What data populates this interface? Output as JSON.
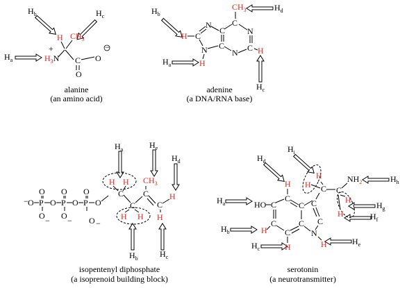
{
  "colors": {
    "highlight": "#e8251f",
    "text": "#000000"
  },
  "alanine": {
    "name": "alanine",
    "desc": "(an amino acid)",
    "labels": {
      "Hb": "H",
      "Hb_sub": "b",
      "Hc": "H",
      "Hc_sub": "c",
      "Ha": "H",
      "Ha_sub": "a"
    },
    "atoms": {
      "H": "H",
      "CH3": "CH",
      "CH3_sub": "3",
      "H3N": "H",
      "H3N_sub": "3",
      "N": "N",
      "plus": "+",
      "C": "C",
      "O1": "O",
      "O2": "O",
      "minus": "−"
    }
  },
  "adenine": {
    "name": "adenine",
    "desc": "(a DNA/RNA base)",
    "labels": {
      "Hb": "H",
      "Hb_sub": "b",
      "Hd": "H",
      "Hd_sub": "d",
      "Ha": "H",
      "Ha_sub": "a",
      "Hc": "H",
      "Hc_sub": "c"
    },
    "atoms": {
      "H_left": "H",
      "C2": "C",
      "N1": "N",
      "N3": "N",
      "N_bot": "N",
      "H_bot": "H",
      "C4": "C",
      "C5": "C",
      "CH3": "CH",
      "CH3_sub": "3",
      "N_right": "N",
      "C_right": "C",
      "H_right": "H",
      "N_low": "N"
    }
  },
  "ipp": {
    "name": "isopentenyl diphosphate",
    "desc": "(a isoprenoid building block)",
    "labels": {
      "Ha": "H",
      "Ha_sub": "a",
      "He": "H",
      "He_sub": "e",
      "Hd": "H",
      "Hd_sub": "d",
      "Hb": "H",
      "Hb_sub": "b",
      "Hc": "H",
      "Hc_sub": "c"
    },
    "atoms": {
      "O": "O",
      "P": "P",
      "minus": "−",
      "H": "H",
      "C": "C",
      "CH3": "CH",
      "CH3_sub": "3"
    }
  },
  "serotonin": {
    "name": "serotonin",
    "desc": "(a neurotransmitter)",
    "labels": {
      "Hi": "H",
      "Hi_sub": "i",
      "Hd": "H",
      "Hd_sub": "d",
      "Hh": "H",
      "Hh_sub": "h",
      "Ha": "H",
      "Ha_sub": "a",
      "Hg": "H",
      "Hg_sub": "g",
      "Hf": "H",
      "Hf_sub": "f",
      "Hb": "H",
      "Hb_sub": "b",
      "Hc": "H",
      "Hc_sub": "c",
      "He": "H",
      "He_sub": "e"
    },
    "atoms": {
      "HO": "HO",
      "NH2": "NH",
      "NH2_sub": "2",
      "N": "N",
      "H": "H",
      "C": "C"
    }
  }
}
